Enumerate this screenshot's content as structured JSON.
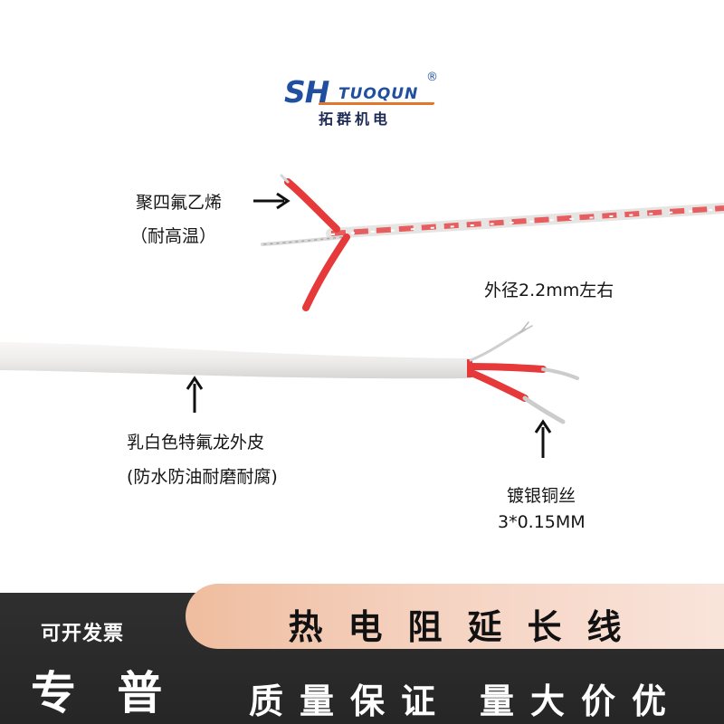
{
  "logo": {
    "brand_sh": "SH",
    "brand_rest": "TUOQUN",
    "registered_mark": "®",
    "company_name": "拓群机电"
  },
  "annotations": {
    "insulation_name": "聚四氟乙烯",
    "insulation_note": "（耐高温）",
    "outer_diameter": "外径2.2mm左右",
    "jacket_name": "乳白色特氟龙外皮",
    "jacket_note": "(防水防油耐磨耐腐)",
    "conductor_name": "镀银铜丝",
    "conductor_spec": "3*0.15MM"
  },
  "banner": {
    "product_title": "热电阻延长线",
    "invoice_note": "可开发票",
    "invoice_types": "专 普",
    "slogan_quality": "质量保证",
    "slogan_price": "量大价优"
  },
  "icons": {
    "insulation_pointer": "arrow-right-icon",
    "jacket_pointer": "arrow-up-icon",
    "conductor_pointer": "arrow-up-icon"
  },
  "colors": {
    "logo_blue": "#1f4f9e",
    "logo_orange": "#e2762b",
    "wire_red": "#e5393a",
    "jacket_white": "#eeeceb",
    "silver": "#cfcfcf",
    "banner_peach": "#f2c3a6",
    "banner_dark": "#2b2b2b",
    "banner_text_light": "#ffffff"
  }
}
